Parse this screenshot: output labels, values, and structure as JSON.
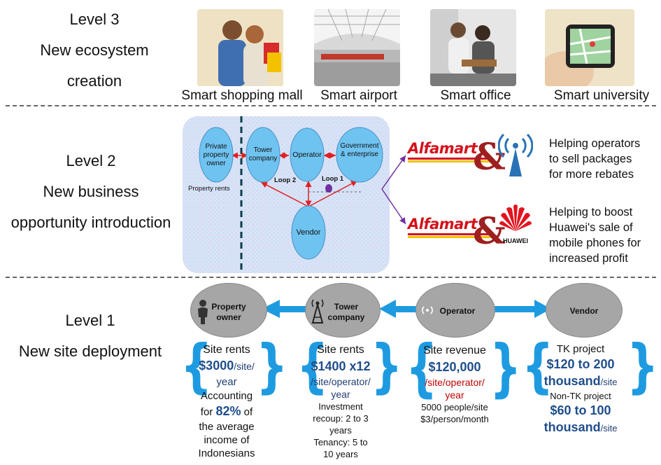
{
  "level3": {
    "title": "Level 3",
    "subtitle_line1": "New ecosystem",
    "subtitle_line2": "creation",
    "scenarios": [
      {
        "label": "Smart shopping mall",
        "icon": "shopping-couple-photo"
      },
      {
        "label": "Smart airport",
        "icon": "airport-terminal-photo"
      },
      {
        "label": "Smart office",
        "icon": "office-workers-photo"
      },
      {
        "label": "Smart university",
        "icon": "smartphone-map-photo"
      }
    ]
  },
  "level2": {
    "title": "Level 2",
    "subtitle_line1": "New business",
    "subtitle_line2": "opportunity introduction",
    "diagram": {
      "nodes": {
        "private_owner": "Private property owner",
        "tower_company": "Tower company",
        "operator": "Operator",
        "government": "Government & enterprise",
        "vendor": "Vendor"
      },
      "property_rents_label": "Property rents",
      "loop1": "Loop 1",
      "loop2": "Loop 2"
    },
    "partners": [
      {
        "brand": "Alfamart",
        "partner_icon": "antenna-icon",
        "text_lines": [
          "Helping operators",
          "to sell packages",
          "for more rebates"
        ]
      },
      {
        "brand": "Alfamart",
        "partner_icon": "huawei-logo",
        "partner_text": "HUAWEI",
        "text_lines": [
          "Helping to boost",
          "Huawei's sale of",
          "mobile phones for",
          "increased profit"
        ]
      }
    ],
    "connector_color": "#7030a0",
    "panel_color": "#d6e3f8"
  },
  "level1": {
    "title": "Level 1",
    "subtitle": "New site deployment",
    "nodes": [
      {
        "label": "Property owner",
        "icon": "person-icon"
      },
      {
        "label": "Tower company",
        "icon": "tower-icon"
      },
      {
        "label": "Operator",
        "icon": "wireless-icon"
      },
      {
        "label": "Vendor",
        "icon": ""
      }
    ],
    "details": {
      "property": {
        "heading": "Site rents",
        "amount": "$3000",
        "unit": "/site/",
        "unit2": "year",
        "line_a": "Accounting",
        "line_b_pre": "for ",
        "line_b_pct": "82%",
        "line_b_post": " of",
        "line_c": "the average",
        "line_d": "income of",
        "line_e": "Indonesians"
      },
      "tower": {
        "heading": "Site rents",
        "amount": "$1400 x12",
        "unit": "/site/operator/",
        "unit2": "year",
        "line_a": "Investment",
        "line_b": "recoup: 2 to 3",
        "line_c": "years",
        "line_d": "Tenancy: 5 to",
        "line_e": "10 years"
      },
      "operator": {
        "heading": "Site revenue",
        "amount": "$120,000",
        "unit": "/site/operator/",
        "unit2": "year",
        "line_a": "5000 people/site",
        "line_b": "$3/person/month"
      },
      "vendor": {
        "heading": "TK project",
        "amount1": "$120 to 200",
        "amount1b": "thousand",
        "unit1": "/site",
        "subheading": "Non-TK project",
        "amount2": "$60 to 100",
        "amount2b": "thousand",
        "unit2": "/site"
      }
    },
    "arrow_color": "#1e9be0",
    "node_color": "#a6a6a6"
  }
}
